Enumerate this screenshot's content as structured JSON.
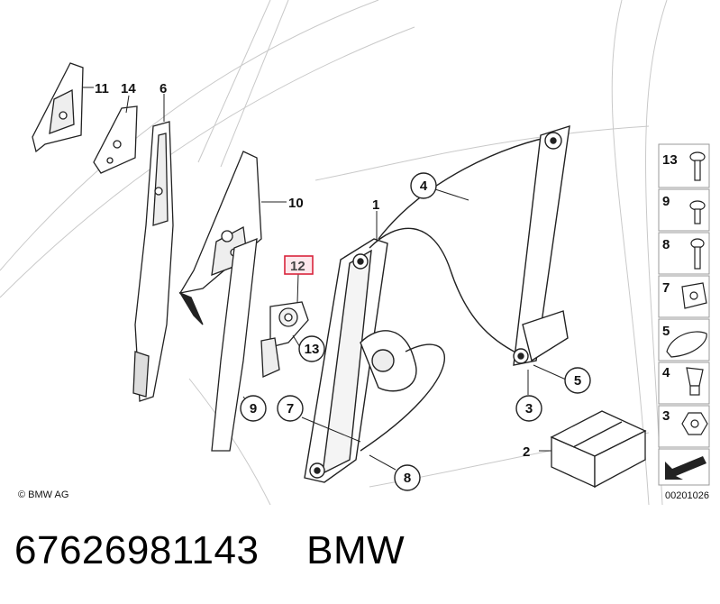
{
  "callouts": {
    "c11": "11",
    "c14": "14",
    "c6": "6",
    "c10": "10",
    "c12": "12",
    "c13": "13",
    "c1": "1",
    "c4": "4",
    "c5": "5",
    "c3": "3",
    "c2": "2",
    "c9": "9",
    "c7": "7",
    "c8": "8"
  },
  "sidebar": {
    "items": [
      "13",
      "9",
      "8",
      "7",
      "5",
      "4",
      "3"
    ]
  },
  "highlight_color": "#d9243c",
  "copyright": "© BMW AG",
  "diagram_code": "00201026",
  "footer": {
    "part_number": "67626981143",
    "brand": "BMW"
  }
}
